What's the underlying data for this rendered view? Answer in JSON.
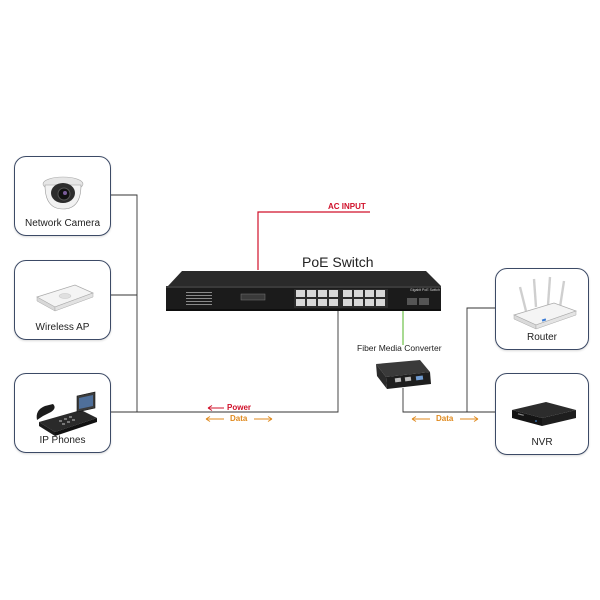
{
  "diagram": {
    "switch_label": "PoE Switch",
    "ac_input_label": "AC INPUT",
    "fiber_converter_label": "Fiber Media Converter",
    "power_label": "Power",
    "data_label_left": "Data",
    "data_label_right": "Data",
    "switch_brand_text": "Gigabit PoE Switch",
    "devices": [
      {
        "label": "Network Camera",
        "icon": "dome-camera-icon"
      },
      {
        "label": "Wireless AP",
        "icon": "wireless-ap-icon"
      },
      {
        "label": "IP Phones",
        "icon": "ip-phone-icon"
      },
      {
        "label": "Router",
        "icon": "router-icon"
      },
      {
        "label": "NVR",
        "icon": "nvr-icon"
      }
    ],
    "colors": {
      "ac_line": "#d0102a",
      "power": "#d0102a",
      "data": "#e08a1e",
      "fiber": "#6fc24a",
      "card_border": "#3c4a66",
      "connector": "#333333"
    }
  }
}
